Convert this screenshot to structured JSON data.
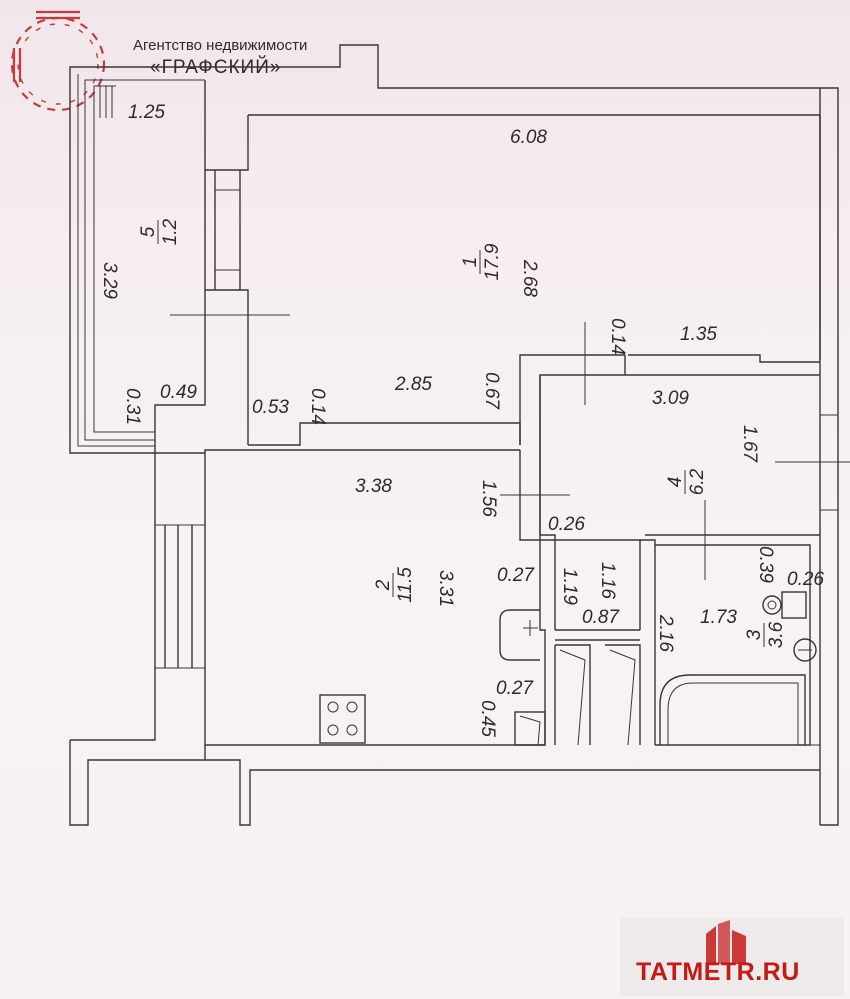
{
  "agency": {
    "line1": "Агентство недвижимости",
    "line2": "«ГРАФСКИЙ»",
    "logo": "agency-logo-icon",
    "color": "#c43c3c"
  },
  "watermark": {
    "text": "TATMETR.RU",
    "color": "#c41919",
    "logo": "tatmetr-logo-icon"
  },
  "rooms": [
    {
      "number": "1",
      "area": "17.9"
    },
    {
      "number": "2",
      "area": "11.5"
    },
    {
      "number": "3",
      "area": "3.6"
    },
    {
      "number": "4",
      "area": "6.2"
    },
    {
      "number": "5",
      "area": "1.2"
    }
  ],
  "dimensions": [
    "1.25",
    "6.08",
    "3.29",
    "2.68",
    "1.35",
    "0.14",
    "0.49",
    "0.31",
    "0.53",
    "0.14",
    "2.85",
    "0.67",
    "3.09",
    "1.67",
    "3.38",
    "1.56",
    "0.26",
    "3.31",
    "0.27",
    "1.16",
    "1.19",
    "0.87",
    "1.73",
    "0.39",
    "0.26",
    "2.16",
    "0.27",
    "0.45"
  ],
  "icons": [
    "stove-icon",
    "sink-icon",
    "toilet-icon",
    "bathtub-icon",
    "door-icon"
  ]
}
